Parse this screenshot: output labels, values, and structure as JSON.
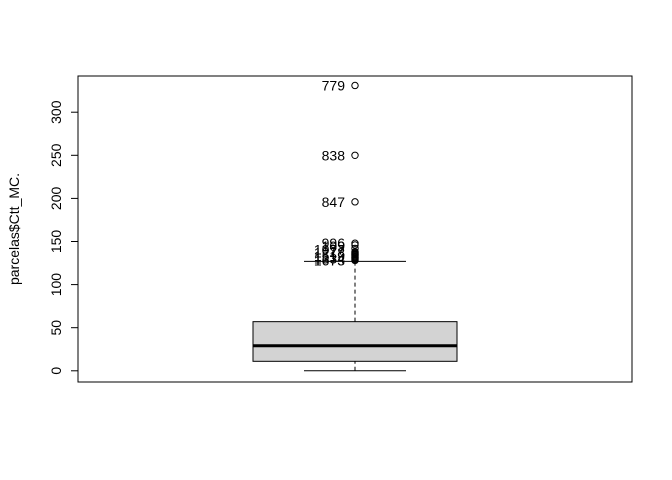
{
  "chart_data": {
    "type": "boxplot",
    "title": "",
    "xlabel": "",
    "ylabel": "parcelas$Ctt_MC.",
    "ylim": [
      -13,
      342
    ],
    "yticks": [
      0,
      50,
      100,
      150,
      200,
      250,
      300
    ],
    "box_fill": "#d3d3d3",
    "stats": {
      "min": 0,
      "q1": 11,
      "median": 29,
      "q3": 57,
      "upper_whisker": 127
    },
    "outliers": [
      128,
      129,
      130,
      131,
      132,
      133,
      134,
      135,
      136,
      137,
      138,
      142,
      146,
      148,
      196,
      250,
      331
    ],
    "outlier_labels": [
      {
        "value": 331,
        "text": "779"
      },
      {
        "value": 250,
        "text": "838"
      },
      {
        "value": 196,
        "text": "847"
      },
      {
        "value": 148,
        "text": "996"
      },
      {
        "value": 145,
        "text": "109"
      },
      {
        "value": 141,
        "text": "1077"
      },
      {
        "value": 137,
        "text": "1278"
      },
      {
        "value": 133,
        "text": "1519"
      },
      {
        "value": 130,
        "text": "1334"
      },
      {
        "value": 128,
        "text": "1673"
      }
    ]
  }
}
